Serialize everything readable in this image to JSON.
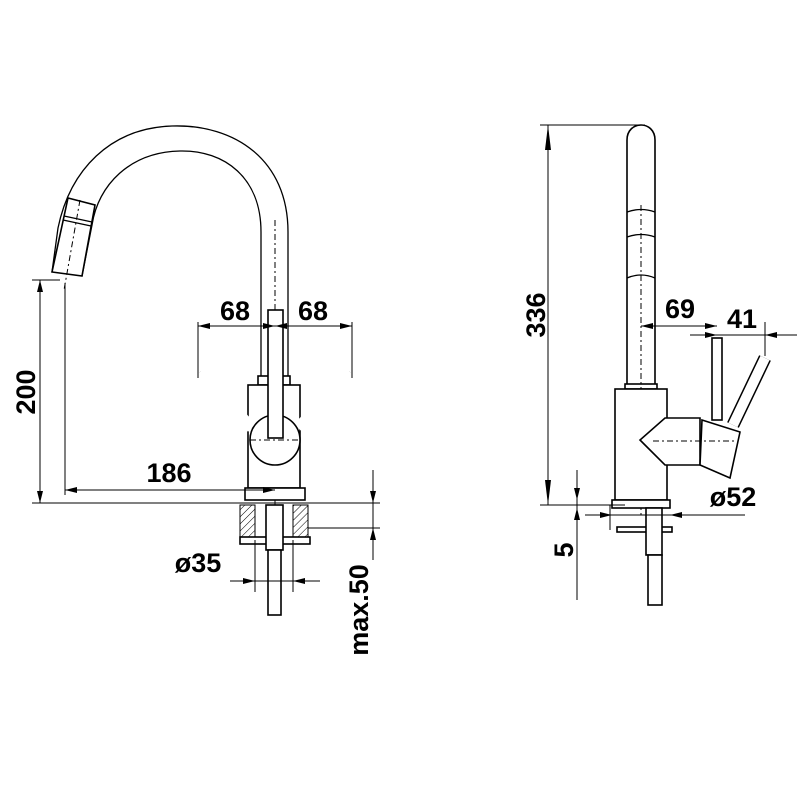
{
  "drawing": {
    "front_view": {
      "lever_reach_left": "68",
      "lever_reach_right": "68",
      "spout_height": "200",
      "spout_reach": "186",
      "hole_diameter": "ø35",
      "max_counter_thickness": "max.50"
    },
    "side_view": {
      "total_height": "336",
      "lever_offset": "69",
      "lever_width": "41",
      "base_diameter": "ø52",
      "base_height": "5"
    }
  }
}
